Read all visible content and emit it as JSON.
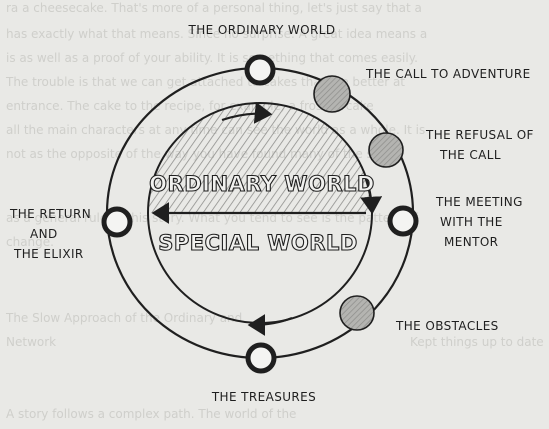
{
  "background_text": [
    "ra a cheesecake. That's more of a personal thing, let's just say that a",
    "has exactly what that means. Since no surprise. A great idea means a",
    "is as well as a proof of your ability. It is something that comes easily.",
    "The trouble is that we can get attached to cakes that are better at",
    "entrance. The cake to the recipe, for example, a frosted cake",
    "all the main characters at any time can see the world as a whole. It is",
    "not as the opposite of the way you have found many of the same.",
    "as a general rule of this story. What you tend to see is the pattern of",
    "change.",
    "The Slow Approach of the Ordinary and",
    "Network",
    "Kept things up to date",
    "A story follows a complex path. The world of the"
  ],
  "diagram": {
    "upper_region": "ORDINARY WORLD",
    "lower_region": "SPECIAL WORLD",
    "stages": {
      "ordinary_world": "THE ORDINARY WORLD",
      "call": "THE CALL TO ADVENTURE",
      "refusal_1": "THE REFUSAL OF",
      "refusal_2": "THE CALL",
      "mentor_1": "THE MEETING",
      "mentor_2": "WITH THE",
      "mentor_3": "MENTOR",
      "obstacles": "THE OBSTACLES",
      "treasures": "THE TREASURES",
      "return_1": "THE RETURN",
      "return_2": "AND",
      "return_3": "THE ELIXIR"
    }
  },
  "colors": {
    "ink": "#1f1f1f",
    "filled_dot": "#a8a8a6",
    "hatch": "#9a9a98",
    "paper": "#e9e9e6"
  }
}
